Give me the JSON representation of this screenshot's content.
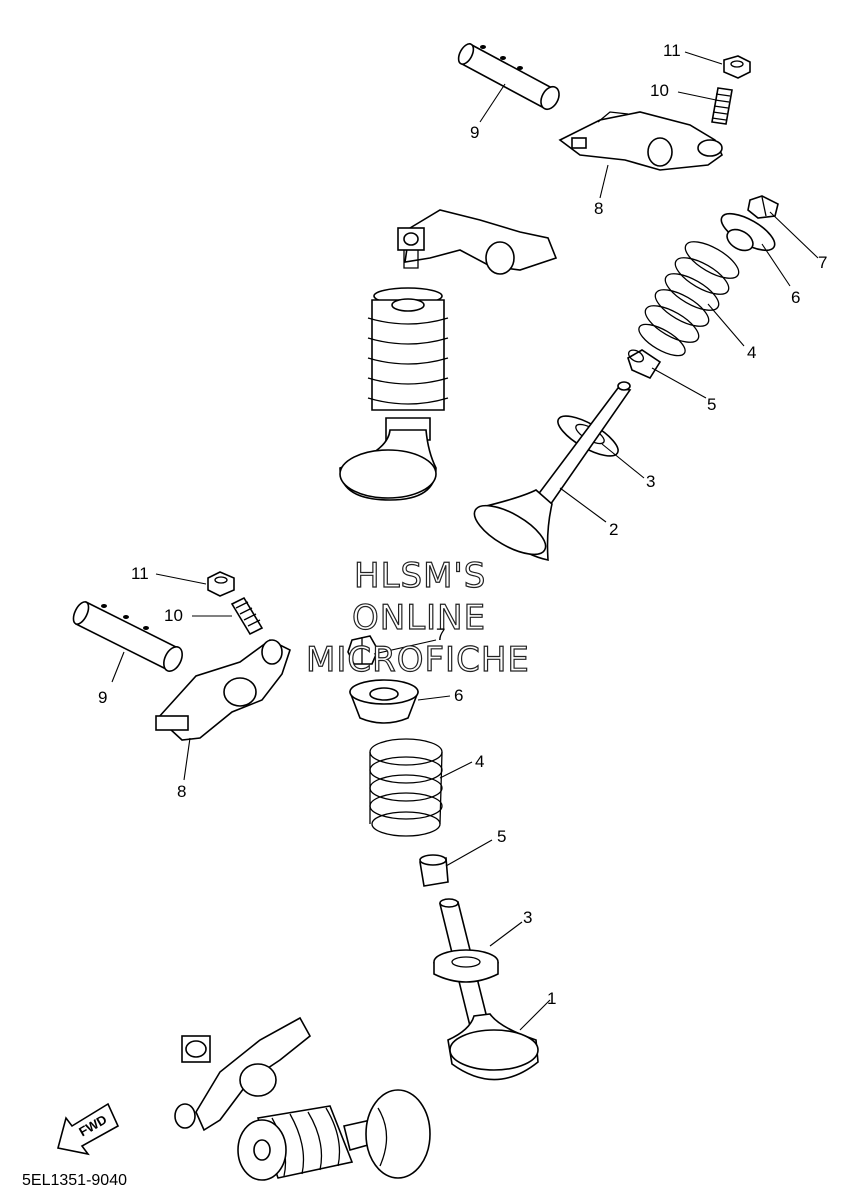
{
  "watermark": {
    "line1": "HLSM'S",
    "line2": "ONLINE",
    "line3": "MICROFICHE"
  },
  "callouts": {
    "upper": {
      "n11": "11",
      "n10": "10",
      "n9": "9",
      "n8": "8",
      "n7": "7",
      "n6": "6",
      "n4": "4",
      "n5": "5",
      "n3": "3",
      "n2": "2"
    },
    "lower": {
      "n11": "11",
      "n10": "10",
      "n9": "9",
      "n8": "8",
      "n7": "7",
      "n6": "6",
      "n4": "4",
      "n5": "5",
      "n3": "3",
      "n1": "1"
    }
  },
  "fwd_arrow": {
    "label": "FWD"
  },
  "diagram_code": "5EL1351-9040"
}
